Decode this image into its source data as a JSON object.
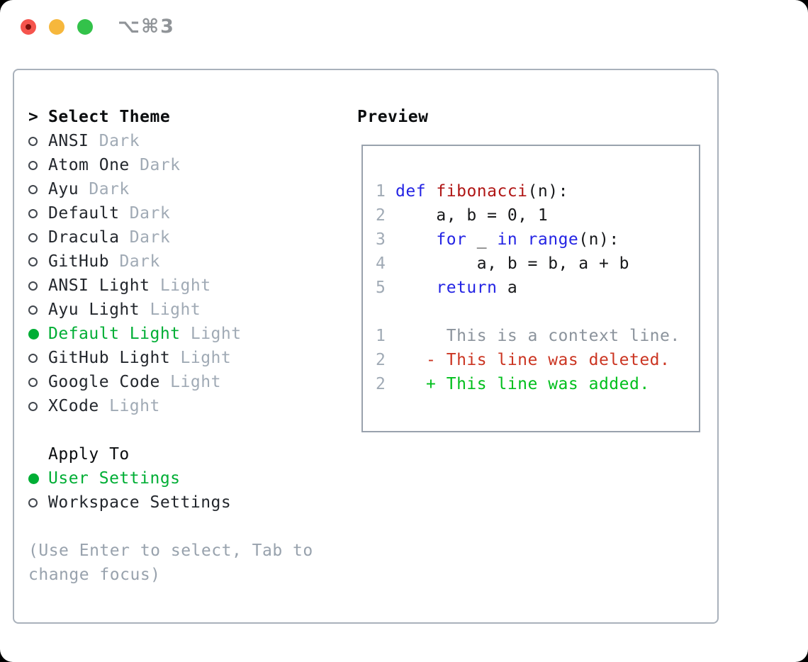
{
  "window": {
    "title": "⌥⌘3"
  },
  "colors": {
    "accent_green": "#00ae35",
    "diff_added_green": "#00bf1c",
    "diff_deleted_red": "#cb3522",
    "keyword_blue": "#2424e4",
    "function_red": "#b01615",
    "muted_gray": "#a0aab5",
    "traffic_red": "#f5544d",
    "traffic_yellow": "#f6b73c",
    "traffic_green": "#33c24a"
  },
  "theme_list": {
    "prompt": ">",
    "title": "Select Theme",
    "items": [
      {
        "name": "ANSI",
        "variant": "Dark",
        "selected": false
      },
      {
        "name": "Atom One",
        "variant": "Dark",
        "selected": false
      },
      {
        "name": "Ayu",
        "variant": "Dark",
        "selected": false
      },
      {
        "name": "Default",
        "variant": "Dark",
        "selected": false
      },
      {
        "name": "Dracula",
        "variant": "Dark",
        "selected": false
      },
      {
        "name": "GitHub",
        "variant": "Dark",
        "selected": false
      },
      {
        "name": "ANSI Light",
        "variant": "Light",
        "selected": false
      },
      {
        "name": "Ayu Light",
        "variant": "Light",
        "selected": false
      },
      {
        "name": "Default Light",
        "variant": "Light",
        "selected": true
      },
      {
        "name": "GitHub Light",
        "variant": "Light",
        "selected": false
      },
      {
        "name": "Google Code",
        "variant": "Light",
        "selected": false
      },
      {
        "name": "XCode",
        "variant": "Light",
        "selected": false
      }
    ]
  },
  "apply_to": {
    "title": "Apply To",
    "options": [
      {
        "label": "User Settings",
        "selected": true
      },
      {
        "label": "Workspace Settings",
        "selected": false
      }
    ]
  },
  "hint": "(Use Enter to select, Tab to change focus)",
  "preview": {
    "title": "Preview",
    "code_lines": [
      {
        "num": "1",
        "tokens": [
          {
            "t": "def",
            "c": "kw"
          },
          {
            "t": " ",
            "c": "pl"
          },
          {
            "t": "fibonacci",
            "c": "fn"
          },
          {
            "t": "(n):",
            "c": "pl"
          }
        ]
      },
      {
        "num": "2",
        "tokens": [
          {
            "t": "    a, b = 0, 1",
            "c": "pl"
          }
        ]
      },
      {
        "num": "3",
        "tokens": [
          {
            "t": "    ",
            "c": "pl"
          },
          {
            "t": "for",
            "c": "kw"
          },
          {
            "t": " _ ",
            "c": "pl"
          },
          {
            "t": "in",
            "c": "kw"
          },
          {
            "t": " ",
            "c": "pl"
          },
          {
            "t": "range",
            "c": "kw"
          },
          {
            "t": "(n):",
            "c": "pl"
          }
        ]
      },
      {
        "num": "4",
        "tokens": [
          {
            "t": "        a, b = b, a + b",
            "c": "pl"
          }
        ]
      },
      {
        "num": "5",
        "tokens": [
          {
            "t": "    ",
            "c": "pl"
          },
          {
            "t": "return",
            "c": "kw"
          },
          {
            "t": " a",
            "c": "pl"
          }
        ]
      }
    ],
    "diff_lines": [
      {
        "num": "1",
        "tokens": [
          {
            "t": "     This is a context line.",
            "c": "ctx"
          }
        ]
      },
      {
        "num": "2",
        "tokens": [
          {
            "t": "   - This line was deleted.",
            "c": "del"
          }
        ]
      },
      {
        "num": "2",
        "tokens": [
          {
            "t": "   + This line was added.",
            "c": "add"
          }
        ]
      }
    ]
  }
}
